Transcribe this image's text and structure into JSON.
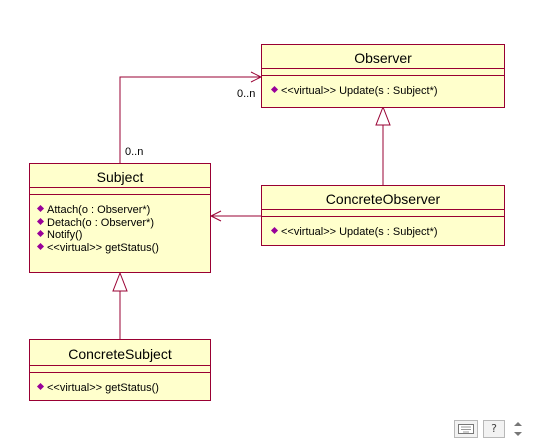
{
  "diagram": {
    "classes": {
      "observer": {
        "name": "Observer",
        "operations": [
          "<<virtual>> Update(s : Subject*)"
        ]
      },
      "concrete_observer": {
        "name": "ConcreteObserver",
        "operations": [
          "<<virtual>> Update(s : Subject*)"
        ]
      },
      "subject": {
        "name": "Subject",
        "operations": [
          "Attach(o : Observer*)",
          "Detach(o : Observer*)",
          "Notify()",
          "<<virtual>> getStatus()"
        ]
      },
      "concrete_subject": {
        "name": "ConcreteSubject",
        "operations": [
          "<<virtual>> getStatus()"
        ]
      }
    },
    "multiplicities": {
      "observer_end": "0..n",
      "subject_end": "0..n"
    },
    "colors": {
      "class_fill": "#ffffcc",
      "class_border": "#990033",
      "operation_marker": "#990099"
    }
  },
  "statusbar": {
    "icons": [
      "keyboard-icon",
      "help-icon",
      "resize-grip-icon"
    ]
  }
}
